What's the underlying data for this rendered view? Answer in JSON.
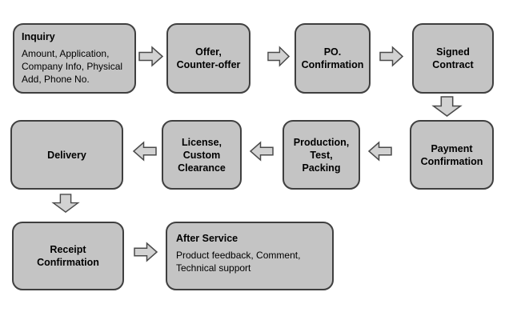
{
  "diagram": {
    "type": "process-flowchart",
    "nodes": {
      "inquiry": {
        "title": "Inquiry",
        "body": "Amount, Application, Company Info, Physical Add, Phone No."
      },
      "offer": {
        "label": "Offer,\nCounter-offer"
      },
      "po": {
        "label": "PO.\nConfirmation"
      },
      "signed": {
        "label": "Signed\nContract"
      },
      "payment": {
        "label": "Payment\nConfirmation"
      },
      "production": {
        "label": "Production,\nTest,\nPacking"
      },
      "license": {
        "label": "License,\nCustom\nClearance"
      },
      "delivery": {
        "label": "Delivery"
      },
      "receipt": {
        "label": "Receipt\nConfirmation"
      },
      "after_service": {
        "title": "After Service",
        "body": "Product feedback, Comment, Technical support"
      }
    },
    "edges": [
      {
        "from": "inquiry",
        "to": "offer",
        "direction": "right"
      },
      {
        "from": "offer",
        "to": "po",
        "direction": "right"
      },
      {
        "from": "po",
        "to": "signed",
        "direction": "right"
      },
      {
        "from": "signed",
        "to": "payment",
        "direction": "down"
      },
      {
        "from": "payment",
        "to": "production",
        "direction": "left"
      },
      {
        "from": "production",
        "to": "license",
        "direction": "left"
      },
      {
        "from": "license",
        "to": "delivery",
        "direction": "left"
      },
      {
        "from": "delivery",
        "to": "receipt",
        "direction": "down"
      },
      {
        "from": "receipt",
        "to": "after_service",
        "direction": "right"
      }
    ]
  },
  "colors": {
    "page_bg": "#ffffff",
    "box_fill": "#c4c4c4",
    "box_border": "#3f3f3f",
    "arrow_fill": "#d2d2d2",
    "arrow_border": "#4a4a4a",
    "text": "#000000"
  }
}
